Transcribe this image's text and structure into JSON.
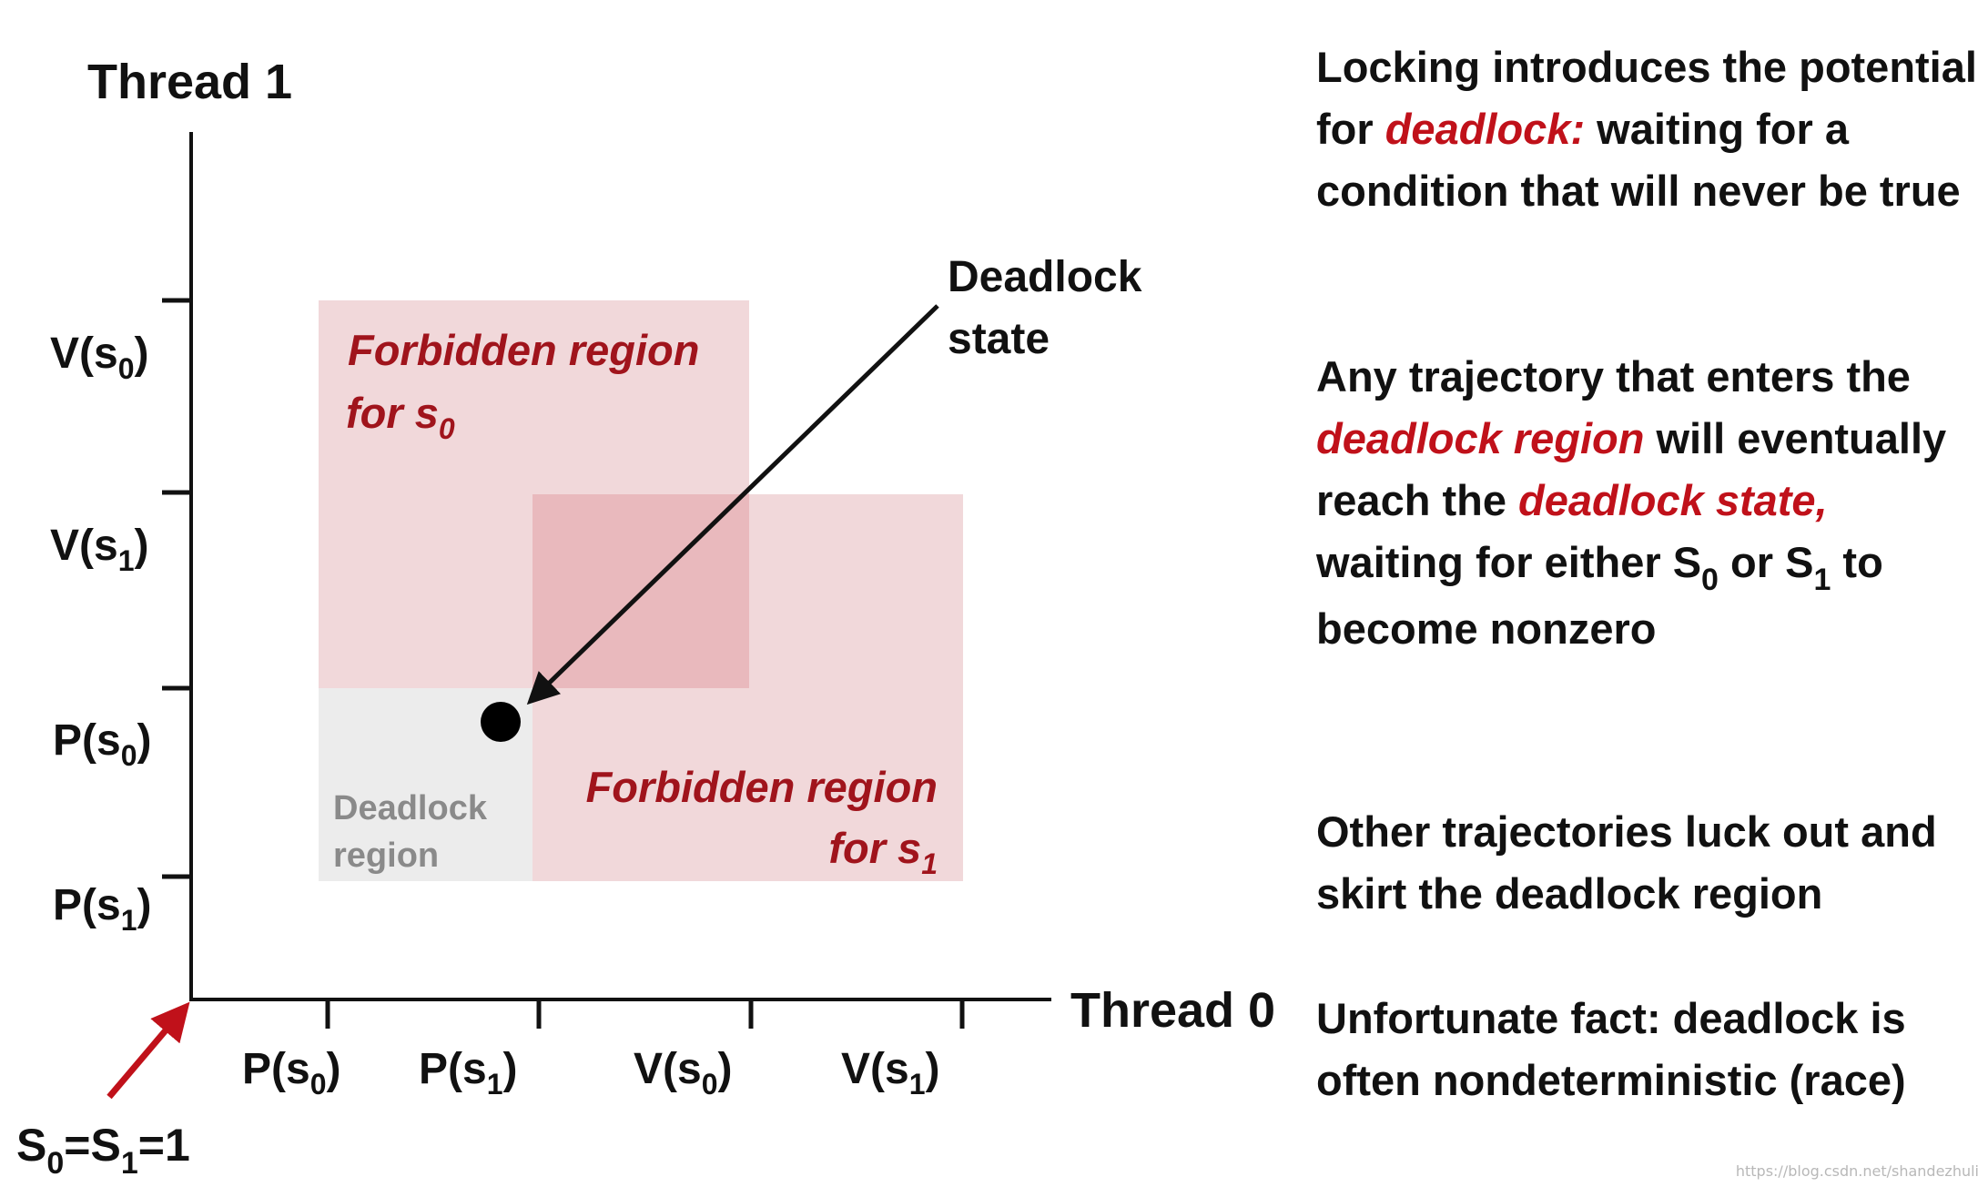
{
  "axes": {
    "y_title": "Thread 1",
    "x_title": "Thread 0",
    "y_ticks": [
      {
        "op": "V(s",
        "sub": "0",
        "close": ")"
      },
      {
        "op": "V(s",
        "sub": "1",
        "close": ")"
      },
      {
        "op": "P(s",
        "sub": "0",
        "close": ")"
      },
      {
        "op": "P(s",
        "sub": "1",
        "close": ")"
      }
    ],
    "x_ticks": [
      {
        "op": "P(s",
        "sub": "0",
        "close": ")"
      },
      {
        "op": "P(s",
        "sub": "1",
        "close": ")"
      },
      {
        "op": "V(s",
        "sub": "0",
        "close": ")"
      },
      {
        "op": "V(s",
        "sub": "1",
        "close": ")"
      }
    ]
  },
  "regions": {
    "forbidden_s0": {
      "line1": "Forbidden region",
      "line2_main": "for s",
      "line2_sub": "0"
    },
    "forbidden_s1": {
      "line1": "Forbidden region",
      "line2_main": "for s",
      "line2_sub": "1"
    },
    "deadlock_region": {
      "line1": "Deadlock",
      "line2": "region"
    }
  },
  "deadlock_state": {
    "line1": "Deadlock",
    "line2": "state"
  },
  "initial": {
    "s0": "S",
    "s0_sub": "0",
    "s1": "=S",
    "s1_sub": "1",
    "value": "=1"
  },
  "notes": {
    "p1_a": "Locking introduces  the potential for ",
    "p1_hl": "deadlock:",
    "p1_b": " waiting for a condition that will never be true",
    "p2_a": "Any trajectory that enters the ",
    "p2_hl1": "deadlock region",
    "p2_b": " will eventually reach the ",
    "p2_hl2": "deadlock state,",
    "p2_c": " waiting for either S",
    "p2_sub0": "0",
    "p2_d": " or S",
    "p2_sub1": "1",
    "p2_e": " to become nonzero",
    "p3": "Other trajectories luck out and skirt the deadlock region",
    "p4": "Unfortunate fact: deadlock is often nondeterministic (race)"
  },
  "watermark": "https://blog.csdn.net/shandezhuli",
  "colors": {
    "forbidden_fill": "#f1d8da",
    "overlap_fill": "#e9b9bd",
    "deadlock_fill": "#ececec",
    "accent_red": "#a0141c",
    "arrow_red": "#c0111a",
    "deadlock_text": "#8a8a8a"
  }
}
